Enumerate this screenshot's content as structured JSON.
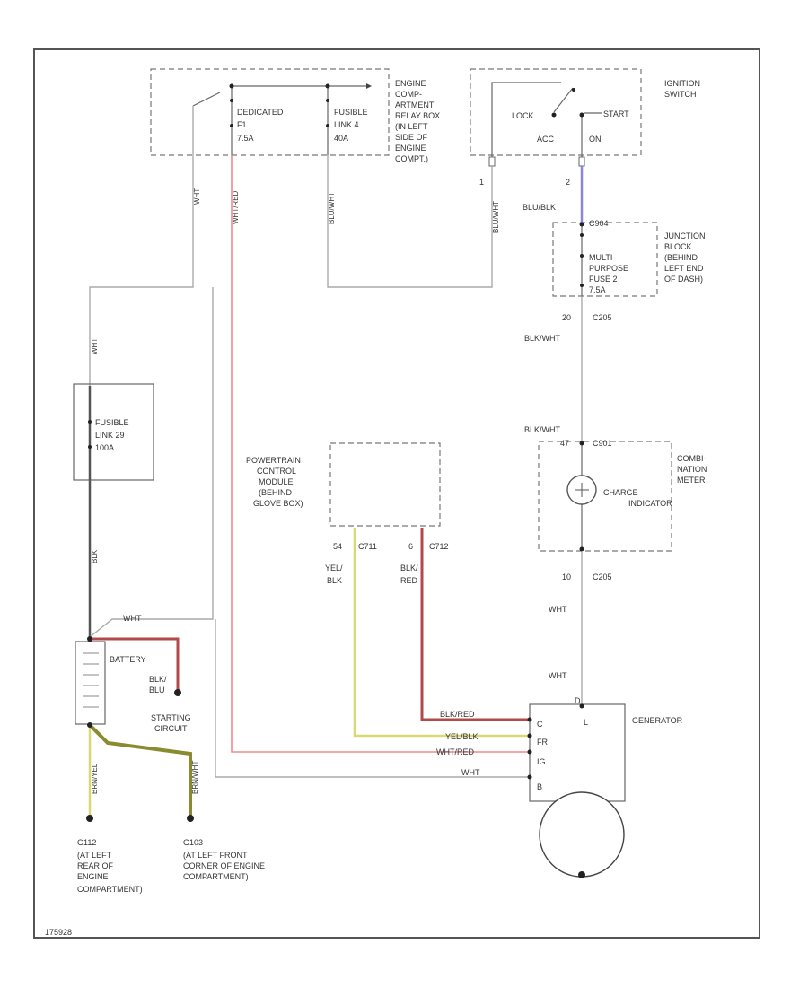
{
  "fuse_box": {
    "fuse1": [
      "DEDICATED",
      "F1",
      "7.5A"
    ],
    "fuse2": [
      "FUSIBLE",
      "LINK 4",
      "40A"
    ],
    "location": [
      "ENGINE",
      "COMP-",
      "ARTMENT",
      "RELAY BOX",
      "(IN LEFT",
      "SIDE OF",
      "ENGINE",
      "COMPT.)"
    ]
  },
  "ignition": {
    "title": [
      "IGNITION",
      "SWITCH"
    ],
    "lock": "LOCK",
    "start": "START",
    "acc": "ACC",
    "on": "ON",
    "terminal1": "1",
    "terminal2": "2"
  },
  "wires": {
    "wht": "WHT",
    "wht_red": "WHT/RED",
    "blu_wht": "BLU/WHT",
    "blu_blk": "BLU/BLK",
    "blk_wht": "BLK/WHT",
    "blk": "BLK",
    "yel_blk": [
      "YEL/",
      "BLK"
    ],
    "blk_red": [
      "BLK/",
      "RED"
    ],
    "blk_red_gen": "BLK/RED",
    "yel_blk_gen": "YEL/BLK",
    "wht_red_gen": "WHT/RED",
    "brn_yel": "BRN/YEL",
    "brn_wht": "BRN/WHT",
    "blk_blu": [
      "BLK/",
      "BLU"
    ]
  },
  "junction": {
    "connector": "C904",
    "fuse": [
      "MULTI-",
      "PURPOSE",
      "FUSE 2",
      "7.5A"
    ],
    "location": [
      "JUNCTION",
      "BLOCK",
      "(BEHIND",
      "LEFT END",
      "OF DASH)"
    ],
    "pin": "20",
    "conn": "C205"
  },
  "fusible_link": [
    "FUSIBLE",
    "LINK 29",
    "100A"
  ],
  "pcm": {
    "label": [
      "POWERTRAIN",
      "CONTROL",
      "MODULE",
      "(BEHIND",
      "GLOVE BOX)"
    ],
    "pin1": "54",
    "conn1": "C711",
    "pin2": "6",
    "conn2": "C712"
  },
  "meter": {
    "pin": "47",
    "conn": "C901",
    "label": [
      "COMBI-",
      "NATION",
      "METER"
    ],
    "indicator": [
      "CHARGE",
      "INDICATOR"
    ],
    "pin_bottom": "10",
    "conn_bottom": "C205"
  },
  "battery": {
    "label": "BATTERY",
    "starting": [
      "STARTING",
      "CIRCUIT"
    ]
  },
  "generator": {
    "label": "GENERATOR",
    "pin_top": "D",
    "terminals": [
      "C",
      "FR",
      "IG",
      "B"
    ],
    "l": "L"
  },
  "grounds": {
    "g1": [
      "G112",
      "(AT LEFT",
      "REAR OF",
      "ENGINE",
      "COMPARTMENT)"
    ],
    "g2": [
      "G103",
      "(AT LEFT FRONT",
      "CORNER OF ENGINE",
      "COMPARTMENT)"
    ]
  },
  "diagram_id": "175928"
}
